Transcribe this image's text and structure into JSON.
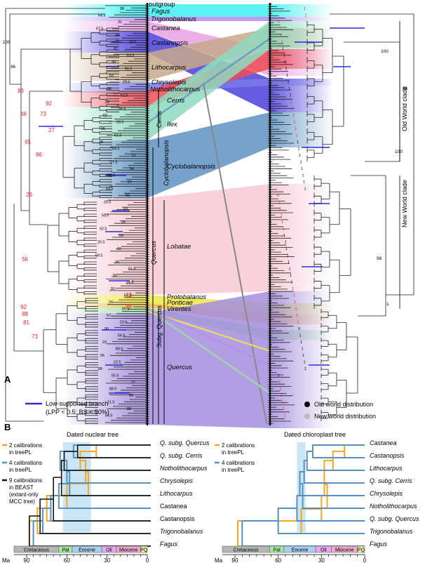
{
  "panelA": {
    "letter": "A",
    "taxa": [
      {
        "name": "outgroup",
        "italic": false
      },
      {
        "name": "Fagus",
        "italic": true
      },
      {
        "name": "Trigonobalanus",
        "italic": true
      },
      {
        "name": "Castanea",
        "italic": true
      },
      {
        "name": "Castanopsis",
        "italic": true
      },
      {
        "name": "Lithocarpus",
        "italic": true
      },
      {
        "name": "Chrysolepis",
        "italic": true
      },
      {
        "name": "Notholithocarpus",
        "italic": true
      },
      {
        "name": "Cerris",
        "italic": true
      },
      {
        "name": "Ilex",
        "italic": true
      },
      {
        "name": "Cyclobalanopsis",
        "italic": true
      },
      {
        "name": "Lobatae",
        "italic": true
      },
      {
        "name": "Protobalanus",
        "italic": true
      },
      {
        "name": "Ponticae",
        "italic": true
      },
      {
        "name": "Virentes",
        "italic": true
      },
      {
        "name": "Quercus",
        "italic": true
      }
    ],
    "vertical_labels": {
      "cerris": "Cerris",
      "quercus": "Quercus",
      "subg_quercus": "Subg. Quercus",
      "old_world_clade": "Old World clade",
      "new_world_clade": "New World clade"
    },
    "node_support_red_left": [
      "83",
      "46",
      "65",
      "27",
      "26",
      "56",
      "86",
      "92",
      "73",
      "92",
      "88",
      "81",
      "73",
      "43",
      "99"
    ],
    "node_support_right": [
      "100",
      "86",
      "100",
      "98",
      "1"
    ],
    "legend": {
      "low_support_label": "Low-supported branch",
      "low_support_criteria": "(LPP < 0.5; BS < 50%)",
      "old_world": "Old world distribution",
      "new_world": "New world distribution"
    },
    "colors": {
      "fagus": "#3ff0f0",
      "trigonobalanus": "#b58cf0",
      "castanea": "#e7a3e3",
      "castanopsis": "#4a3fdb",
      "lithocarpus": "#c8a98a",
      "notholithocarpus": "#7a7ae6",
      "cerris": "#ef4d56",
      "ilex": "#8fd9bd",
      "cyclobalanopsis": "#5f93c2",
      "lobatae": "#f7c9d4",
      "protobalanus": "#f0e64a",
      "ponticae": "#e8b84a",
      "virentes": "#a0dea0",
      "quercus": "#a58ede",
      "low_support": "#2a2adf"
    }
  },
  "panelB": {
    "letter": "B",
    "left_title": "Dated nuclear tree",
    "right_title": "Dated chloroplast tree",
    "left_legend": [
      {
        "text": [
          "2 calibrations",
          "in treePL"
        ],
        "color": "#f5a623"
      },
      {
        "text": [
          "4 calibrations",
          "in treePL"
        ],
        "color": "#5b8fbf"
      },
      {
        "text": [
          "9 calibrations",
          "in BEAST",
          "(extant-only",
          "MCC tree)"
        ],
        "color": "#111111"
      }
    ],
    "right_legend": [
      {
        "text": [
          "2 calibrations",
          "in treePL"
        ],
        "color": "#f5a623"
      },
      {
        "text": [
          "4 calibrations",
          "in treePL"
        ],
        "color": "#5b8fbf"
      }
    ],
    "left_taxa": [
      "Q. subg. Quercus",
      "Q. subg. Cerris",
      "Notholithocarpus",
      "Chrysolepis",
      "Lithocarpus",
      "Castanea",
      "Castanopsis",
      "Trigonobalanus",
      "Fagus"
    ],
    "left_taxa_italic": [
      true,
      true,
      true,
      true,
      true,
      false,
      false,
      true,
      true
    ],
    "right_taxa": [
      "Castanea",
      "Castanopsis",
      "Lithocarpus",
      "Q. subg. Cerris",
      "Chrysolepis",
      "Notholithocarpus",
      "Q. subg. Quercus",
      "Trigonobalanus",
      "Fagus"
    ],
    "right_taxa_italic": [
      true,
      true,
      true,
      true,
      true,
      true,
      true,
      true,
      true
    ],
    "epochs": [
      {
        "name": "Cretaceous",
        "color": "#b5b5b5"
      },
      {
        "name": "Pal",
        "color": "#a8e6a0"
      },
      {
        "name": "Eocene",
        "color": "#a8cef0"
      },
      {
        "name": "Oli",
        "color": "#e7a8f0"
      },
      {
        "name": "Miocene",
        "color": "#f0a8c8"
      },
      {
        "name": "PQ",
        "color": "#f0f0a0"
      }
    ],
    "axis_unit": "Ma",
    "ticks": [
      "90",
      "60",
      "30",
      "0"
    ]
  }
}
